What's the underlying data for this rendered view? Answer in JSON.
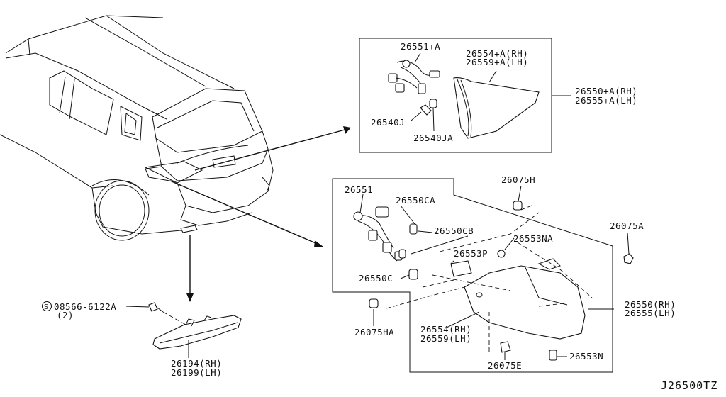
{
  "diagram_code": "J26500TZ",
  "labels": {
    "p26551A": "26551+A",
    "p26554A_rh": "26554+A(RH)",
    "p26559A_lh": "26559+A(LH)",
    "p26550A_rh": "26550+A(RH)",
    "p26555A_lh": "26555+A(LH)",
    "p26540J": "26540J",
    "p26540JA": "26540JA",
    "p26551": "26551",
    "p26550CA": "26550CA",
    "p26550CB": "26550CB",
    "p26550C": "26550C",
    "p26553P": "26553P",
    "p26553NA": "26553NA",
    "p26075H": "26075H",
    "p26075A": "26075A",
    "p26075HA": "26075HA",
    "p26554_rh": "26554(RH)",
    "p26559_lh": "26559(LH)",
    "p26550_rh": "26550(RH)",
    "p26555_lh": "26555(LH)",
    "p26075E": "26075E",
    "p26553N": "26553N",
    "screw_code": "08566-6122A",
    "screw_qty": "(2)",
    "screw_prefix": "S",
    "p26194_rh": "26194(RH)",
    "p26199_lh": "26199(LH)"
  }
}
